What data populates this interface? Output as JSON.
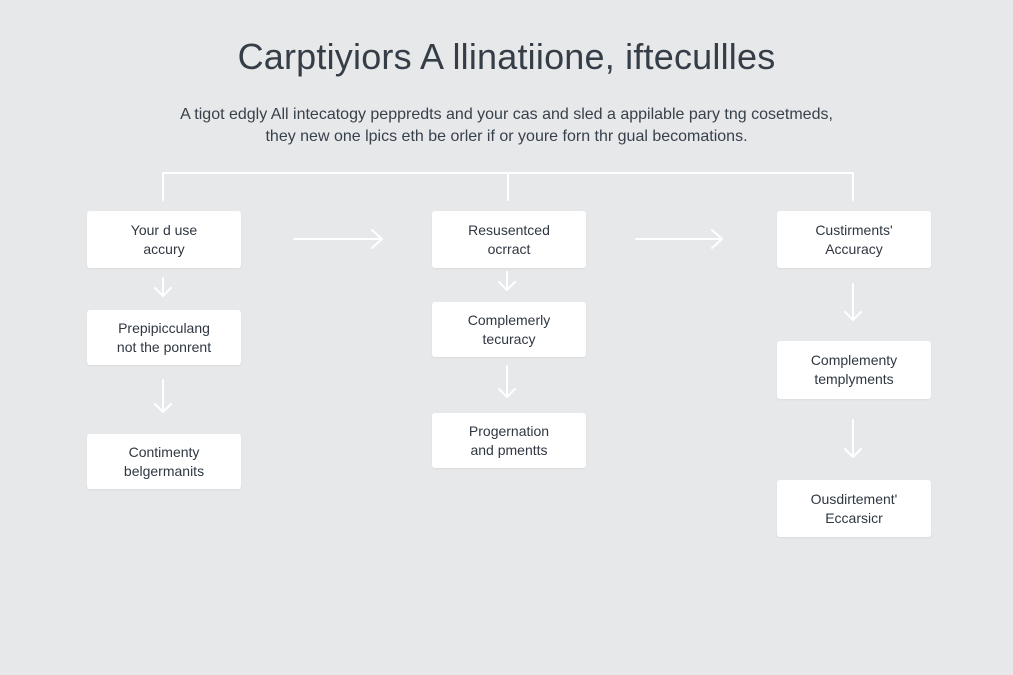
{
  "diagram": {
    "title": "Carptiyiors A llinatiione, iftecullles",
    "subtitle_lines": [
      "A tigot edgly All intecatogy peppredts and your cas and sled a appilable pary tng cosetmeds,",
      "they new one lpics eth be orler if or youre forn thr gual becomations."
    ],
    "columns": [
      {
        "nodes": [
          {
            "lines": [
              "Your d use",
              "accury"
            ]
          },
          {
            "lines": [
              "Prepipicculang",
              "not the ponrent"
            ]
          },
          {
            "lines": [
              "Contimenty",
              "belgermanits"
            ]
          }
        ]
      },
      {
        "nodes": [
          {
            "lines": [
              "Resusentced",
              "ocrract"
            ]
          },
          {
            "lines": [
              "Complemerly",
              "tecuracy"
            ]
          },
          {
            "lines": [
              "Progernation",
              "and pmentts"
            ]
          }
        ]
      },
      {
        "nodes": [
          {
            "lines": [
              "Custirments'",
              "Accuracy"
            ]
          },
          {
            "lines": [
              "Complementy",
              "templyments"
            ]
          },
          {
            "lines": [
              "Ousdirtement'",
              "Eccarsicr"
            ]
          }
        ]
      }
    ]
  },
  "colors": {
    "background": "#e7e8ea",
    "node_fill": "#ffffff",
    "connector": "#ffffff",
    "text": "#2f3741"
  }
}
